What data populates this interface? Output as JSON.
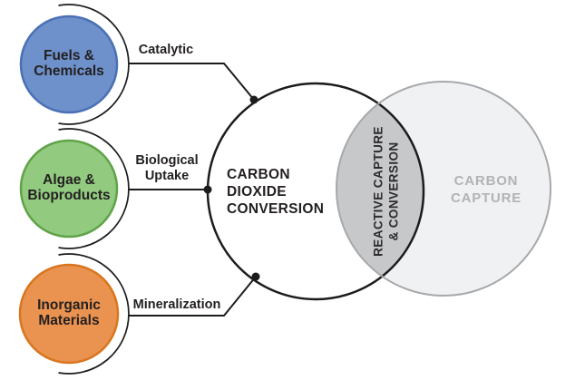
{
  "diagram": {
    "background": "#ffffff",
    "text_color": "#231f20",
    "line_color": "#1c1c1e",
    "nodes": [
      {
        "id": "fuels-chemicals",
        "lines": [
          "Fuels &",
          "Chemicals"
        ],
        "fill": "#6e91cb",
        "border": "#4a70b5"
      },
      {
        "id": "algae-bioproducts",
        "lines": [
          "Algae &",
          "Bioproducts"
        ],
        "fill": "#92cb80",
        "border": "#5fa348"
      },
      {
        "id": "inorganic-materials",
        "lines": [
          "Inorganic",
          "Materials"
        ],
        "fill": "#ea9350",
        "border": "#d9761f"
      }
    ],
    "pathways": [
      {
        "id": "catalytic",
        "lines": [
          "Catalytic"
        ]
      },
      {
        "id": "biological-uptake",
        "lines": [
          "Biological",
          "Uptake"
        ]
      },
      {
        "id": "mineralization",
        "lines": [
          "Mineralization"
        ]
      }
    ],
    "venn": {
      "conversion": {
        "lines": [
          "CARBON",
          "DIOXIDE",
          "CONVERSION"
        ],
        "fill": "#ffffff",
        "stroke": "#1c1c1e"
      },
      "capture": {
        "lines": [
          "CARBON",
          "CAPTURE"
        ],
        "fill": "#f0f1f2",
        "stroke": "#a6a8ab",
        "text_color": "#b1b3b6"
      },
      "overlap": {
        "lines": [
          "REACTIVE CAPTURE",
          "& CONVERSION"
        ],
        "fill": "#c7c8ca"
      }
    }
  }
}
